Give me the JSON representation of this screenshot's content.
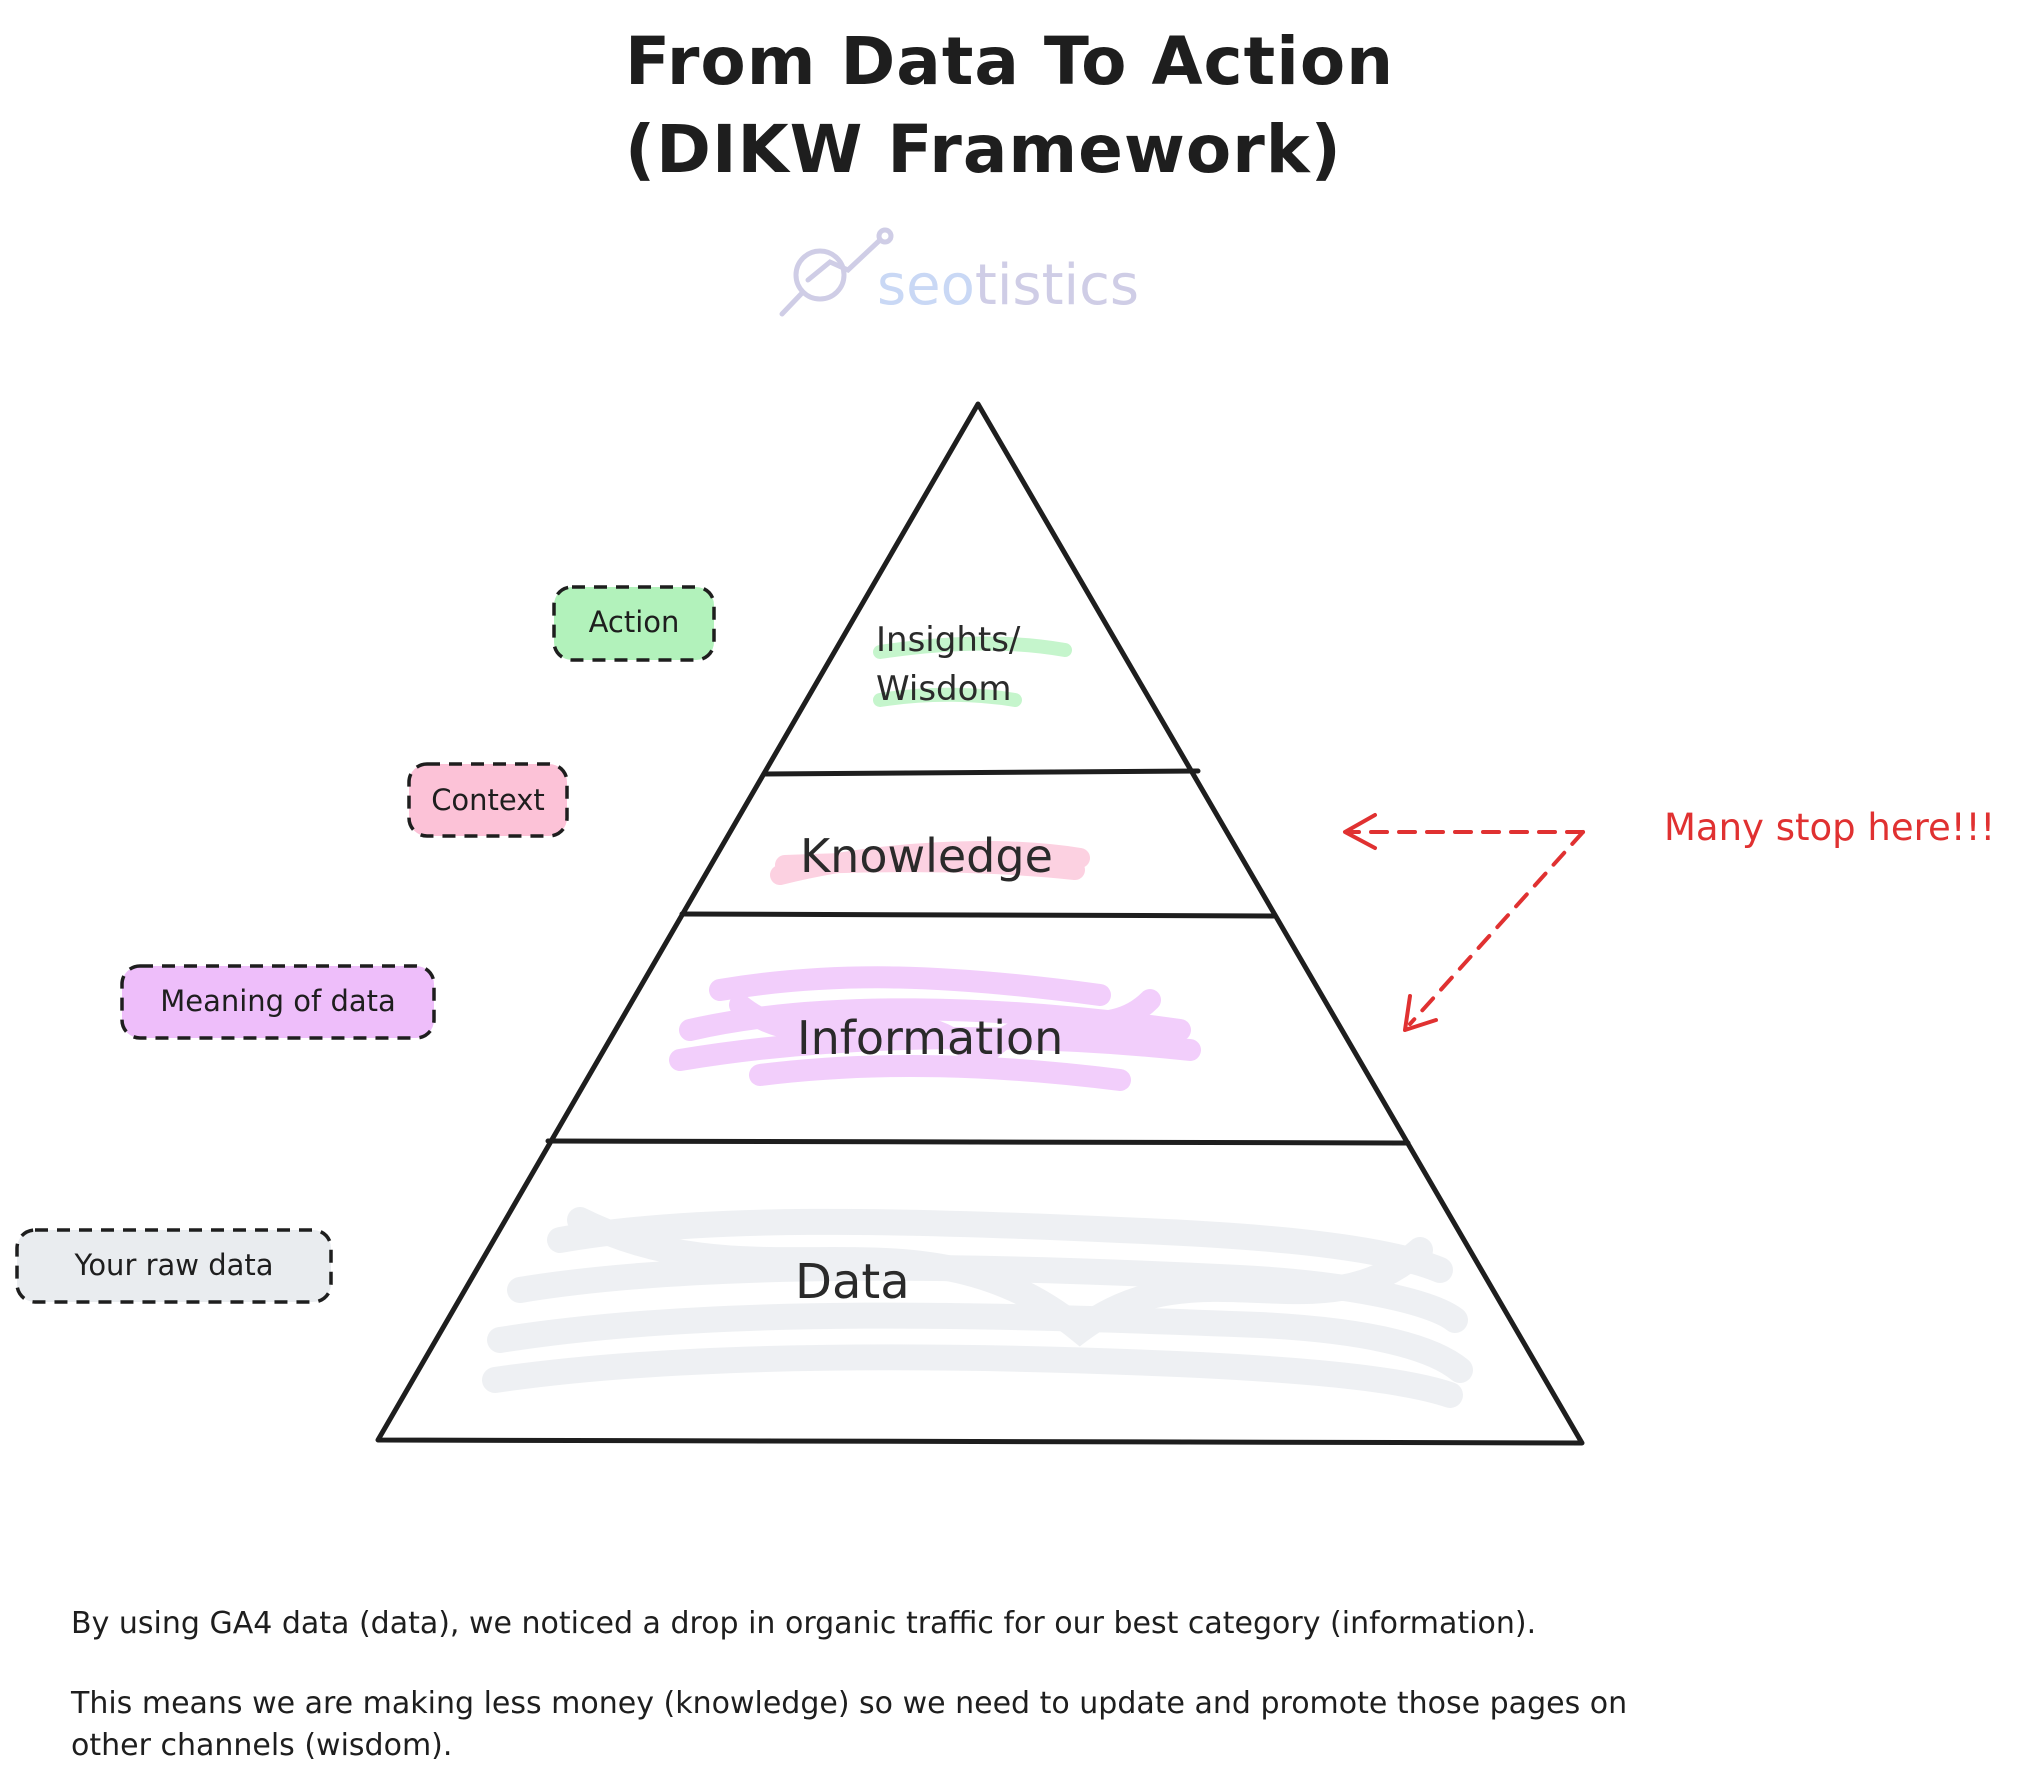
{
  "title": {
    "line1": "From Data To Action",
    "line2": "(DIKW Framework)"
  },
  "logo": {
    "part1": "seo",
    "part2": "tistics",
    "icon": "magnifier-chart-icon",
    "color_part1": "#c9d8f5",
    "color_part2": "#cfcde6"
  },
  "pyramid": {
    "tiers": [
      {
        "label_line1": "Insights/",
        "label_line2": "Wisdom",
        "highlight": "#b2f2bb"
      },
      {
        "label": "Knowledge",
        "highlight": "#fcc2d7"
      },
      {
        "label": "Information",
        "highlight": "#eebefa"
      },
      {
        "label": "Data",
        "highlight": "#e9ecef"
      }
    ]
  },
  "tags": {
    "action": {
      "label": "Action",
      "fill": "#b2f2bb"
    },
    "context": {
      "label": "Context",
      "fill": "#fcc2d7"
    },
    "meaning": {
      "label": "Meaning of data",
      "fill": "#eebefa"
    },
    "raw": {
      "label": "Your raw data",
      "fill": "#e9ecef"
    }
  },
  "annotation": {
    "text": "Many stop here!!!",
    "color": "#e03131"
  },
  "footer": {
    "line1": "By using GA4 data (data), we noticed a drop in organic traffic for our best category (information).",
    "line2": "This means we are making less money (knowledge) so we need to update and promote those pages on",
    "line3": "other channels  (wisdom)."
  }
}
